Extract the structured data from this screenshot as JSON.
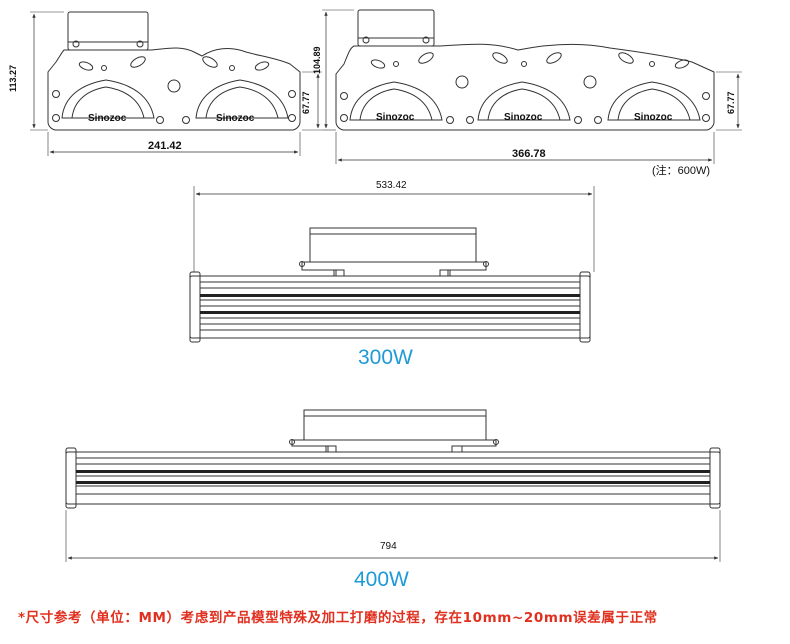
{
  "colors": {
    "line": "#333333",
    "title_blue": "#1e9ad6",
    "note_red": "#e03020"
  },
  "side_view_small": {
    "brand_left": "Sinozoc",
    "brand_right": "Sinozoc",
    "dim_height_total": "113.27",
    "dim_height_partial": "67.77",
    "dim_width": "241.42"
  },
  "side_view_large": {
    "brand_left": "Sinozoc",
    "brand_mid": "Sinozoc",
    "brand_right": "Sinozoc",
    "dim_height_total": "104.89",
    "dim_height_partial": "67.77",
    "dim_width": "366.78",
    "note": "(注：600W)"
  },
  "front_300": {
    "dim_width": "533.42",
    "title": "300W"
  },
  "front_400": {
    "dim_width": "794",
    "title": "400W"
  },
  "footnote": "*尺寸参考（单位：MM）考虑到产品模型特殊及加工打磨的过程，存在10mm~20mm误差属于正常"
}
